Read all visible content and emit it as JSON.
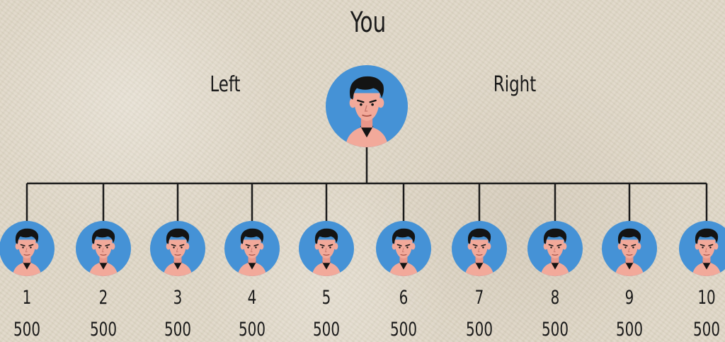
{
  "title": "You",
  "left_label": "Left",
  "right_label": "Right",
  "root": {
    "icon": "person-avatar-icon"
  },
  "children": [
    {
      "number": "1",
      "value": "500",
      "icon": "person-avatar-icon"
    },
    {
      "number": "2",
      "value": "500",
      "icon": "person-avatar-icon"
    },
    {
      "number": "3",
      "value": "500",
      "icon": "person-avatar-icon"
    },
    {
      "number": "4",
      "value": "500",
      "icon": "person-avatar-icon"
    },
    {
      "number": "5",
      "value": "500",
      "icon": "person-avatar-icon"
    },
    {
      "number": "6",
      "value": "500",
      "icon": "person-avatar-icon"
    },
    {
      "number": "7",
      "value": "500",
      "icon": "person-avatar-icon"
    },
    {
      "number": "8",
      "value": "500",
      "icon": "person-avatar-icon"
    },
    {
      "number": "9",
      "value": "500",
      "icon": "person-avatar-icon"
    },
    {
      "number": "10",
      "value": "500",
      "icon": "person-avatar-icon"
    }
  ],
  "colors": {
    "background": "#e0d8c8",
    "avatar_circle": "#4592d6",
    "skin": "#f2a99a",
    "hair": "#141414",
    "line": "#1a1a1a"
  }
}
